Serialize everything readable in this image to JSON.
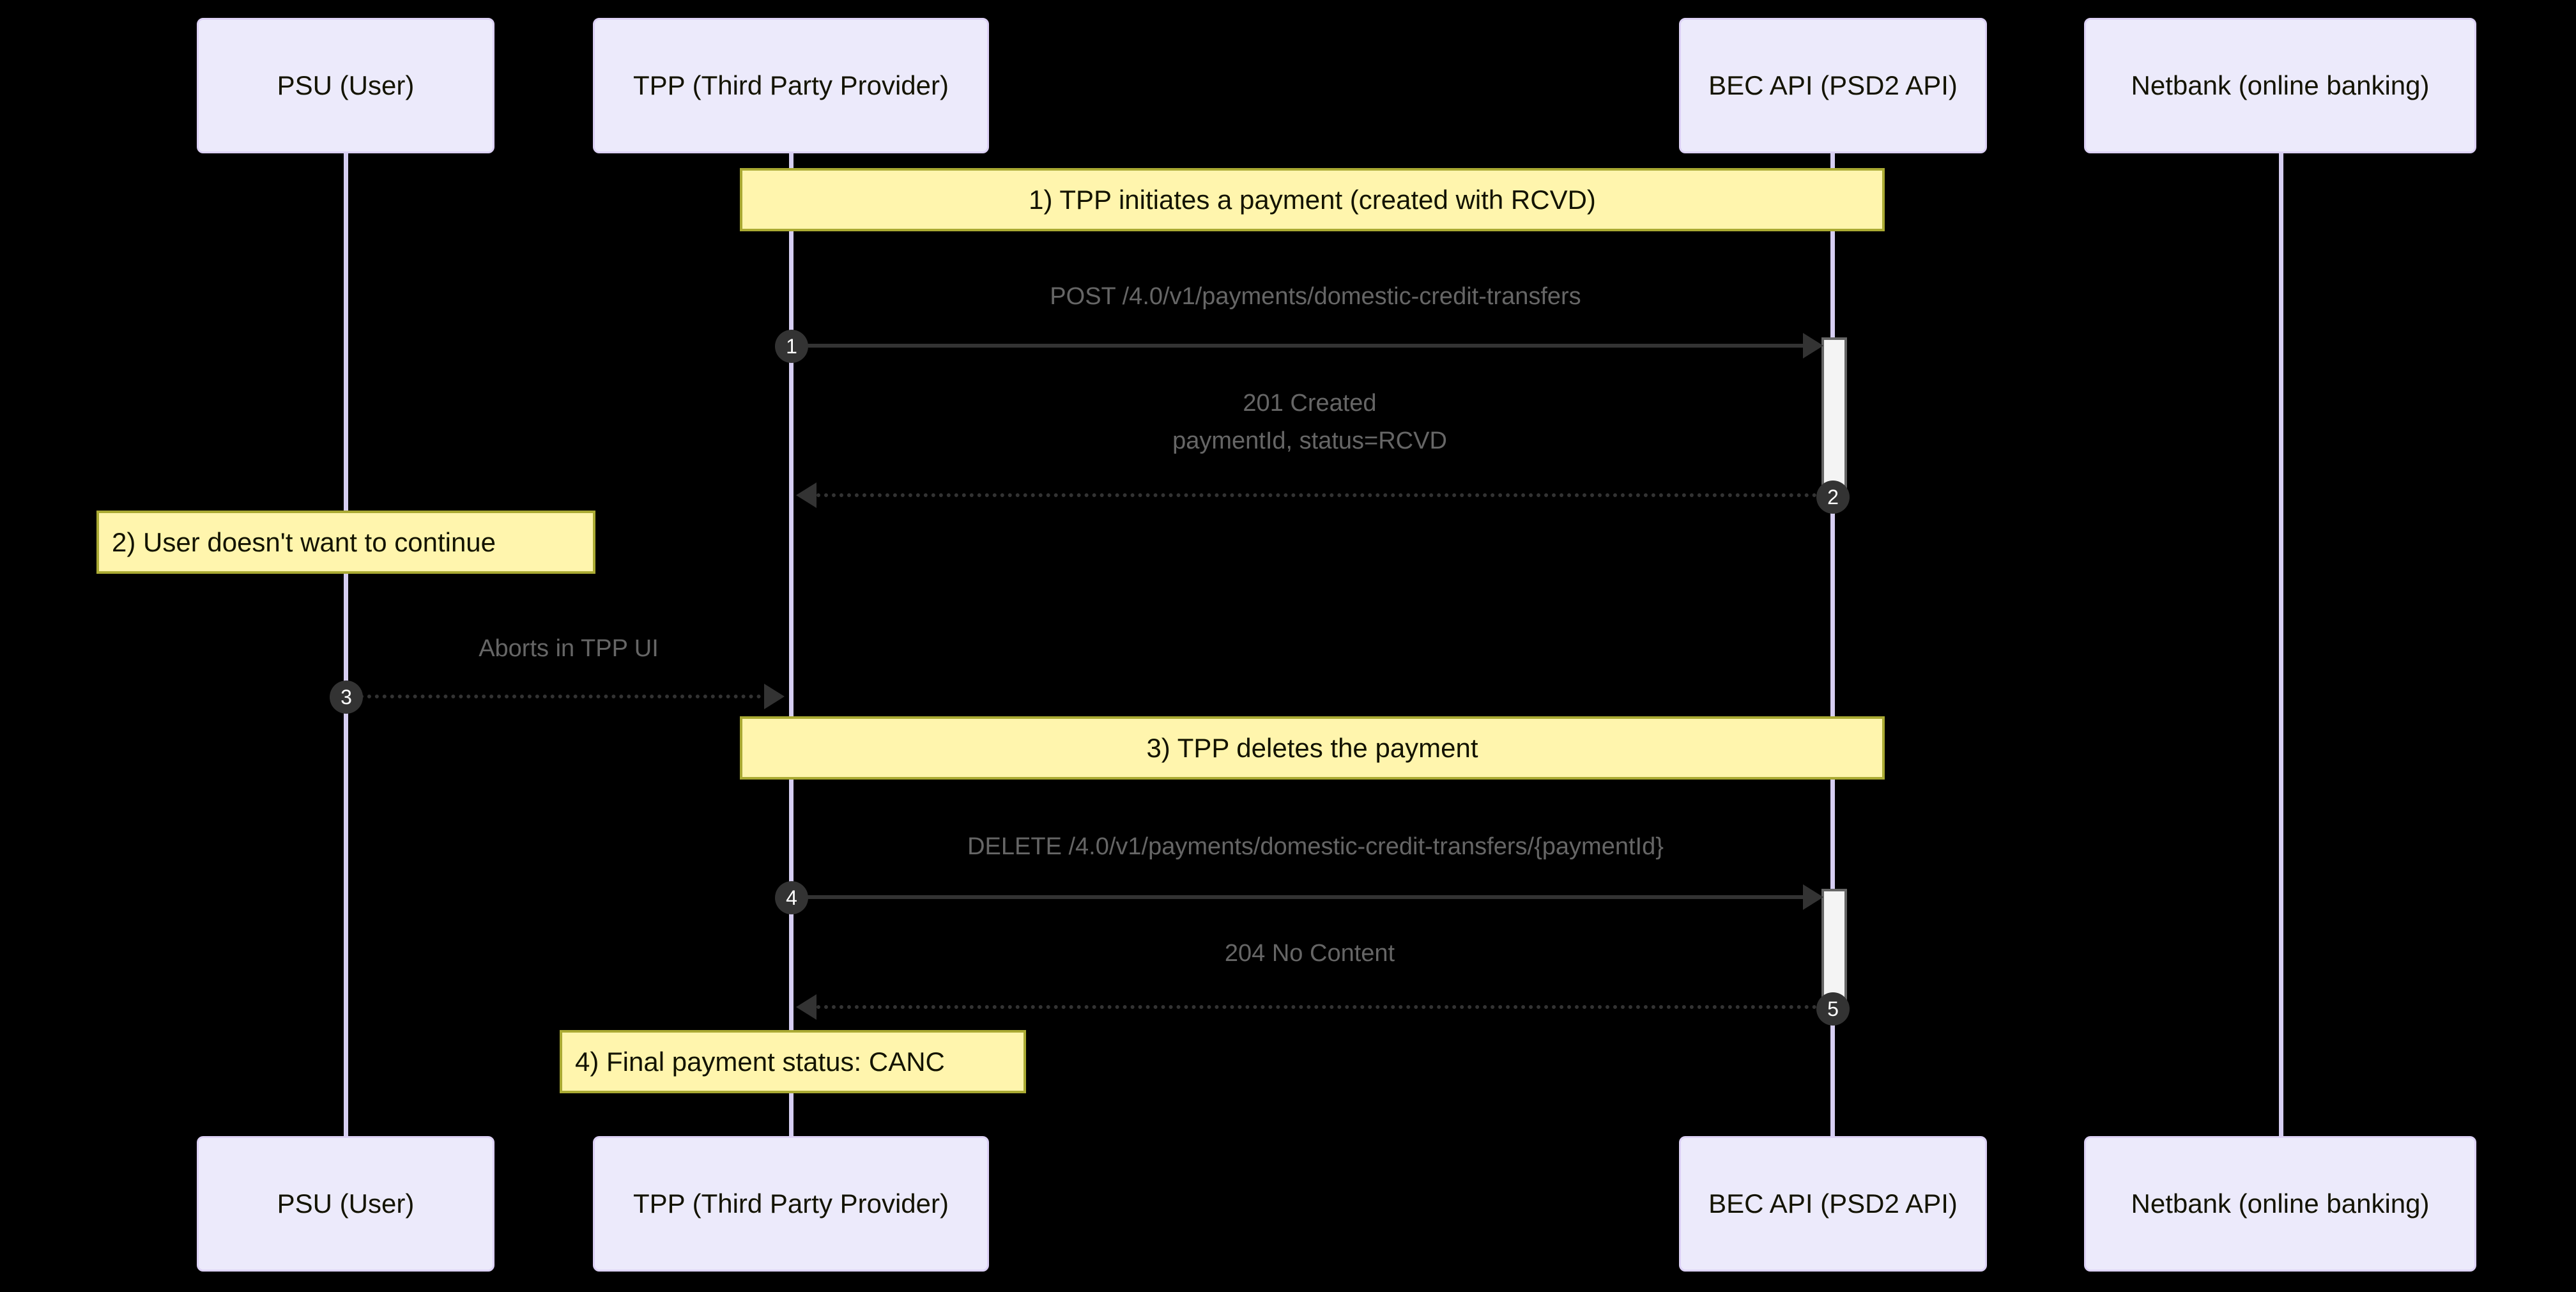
{
  "diagram": {
    "type": "sequence-diagram",
    "title": "",
    "background_color": "#000000",
    "actor_box_fill": "#ECEAFB",
    "actor_box_border": "#DCD1F5",
    "note_fill": "#FFF5AD",
    "note_border": "#AAAA33",
    "lifeline_color": "#D6CEF2",
    "message_color": "#333333",
    "message_label_color": "#666666",
    "activation_fill": "#F4F4F4",
    "activation_border": "#666666"
  },
  "participants": [
    {
      "id": "psu",
      "label": "PSU (User)"
    },
    {
      "id": "tpp",
      "label": "TPP (Third Party Provider)"
    },
    {
      "id": "bec",
      "label": "BEC API (PSD2 API)"
    },
    {
      "id": "netbank",
      "label": "Netbank (online banking)"
    }
  ],
  "notes": [
    {
      "id": "note1",
      "text": "1) TPP initiates a payment (created with RCVD)",
      "align": "center"
    },
    {
      "id": "note2",
      "text": "2) User doesn't want to continue",
      "align": "left"
    },
    {
      "id": "note3",
      "text": "3) TPP deletes the payment",
      "align": "center"
    },
    {
      "id": "note4",
      "text": "4) Final payment status: CANC",
      "align": "left"
    }
  ],
  "messages": [
    {
      "seq": "1",
      "from": "tpp",
      "to": "bec",
      "label": "POST /4.0/v1/payments/domestic-credit-transfers",
      "style": "solid",
      "direction": "right"
    },
    {
      "seq": "2",
      "from": "bec",
      "to": "tpp",
      "label_line1": "201 Created",
      "label_line2": "paymentId, status=RCVD",
      "style": "dashed",
      "direction": "left"
    },
    {
      "seq": "3",
      "from": "psu",
      "to": "tpp",
      "label": "Aborts in TPP UI",
      "style": "dashed",
      "direction": "right"
    },
    {
      "seq": "4",
      "from": "tpp",
      "to": "bec",
      "label": "DELETE /4.0/v1/payments/domestic-credit-transfers/{paymentId}",
      "style": "solid",
      "direction": "right"
    },
    {
      "seq": "5",
      "from": "bec",
      "to": "tpp",
      "label": "204 No Content",
      "style": "dashed",
      "direction": "left"
    }
  ]
}
